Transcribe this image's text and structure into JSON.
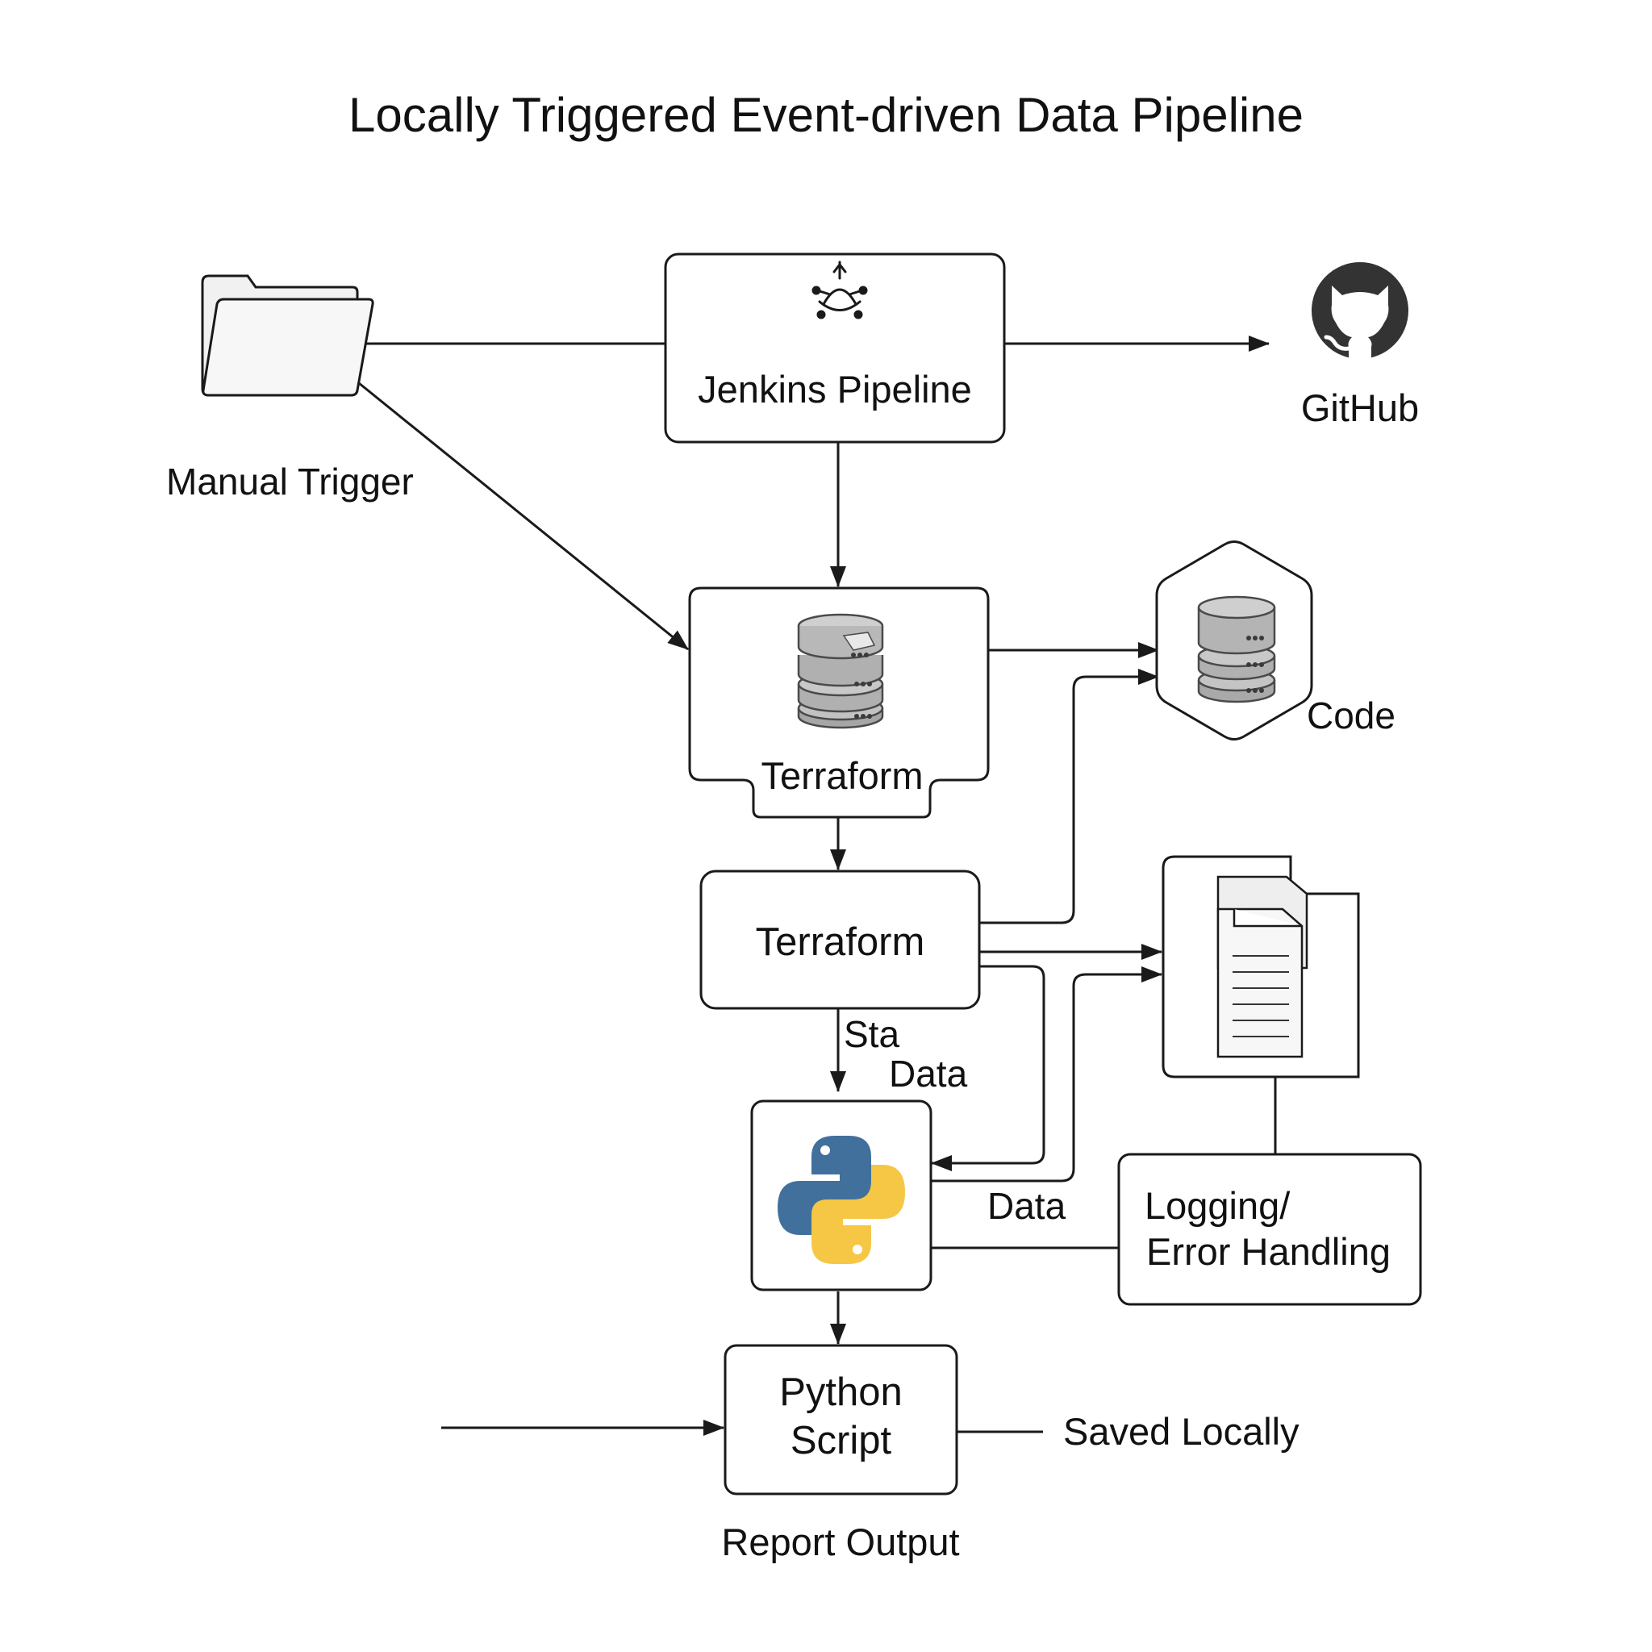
{
  "title": "Locally Triggered Event-driven Data Pipeline",
  "nodes": {
    "manual_trigger": {
      "label": "Manual Trigger",
      "icon": "folder-icon"
    },
    "jenkins": {
      "label": "Jenkins Pipeline",
      "icon": "jenkins-icon"
    },
    "github": {
      "label": "GitHub",
      "icon": "github-icon"
    },
    "terraform_storage": {
      "label": "Terraform",
      "icon": "database-icon"
    },
    "code": {
      "label": "Code",
      "icon": "database-icon"
    },
    "terraform": {
      "label": "Terraform"
    },
    "document": {
      "icon": "document-icon"
    },
    "python": {
      "icon": "python-icon"
    },
    "logging": {
      "label_line1": "Logging/",
      "label_line2": "Error Handling"
    },
    "python_script": {
      "label_line1": "Python",
      "label_line2": "Script"
    }
  },
  "edge_labels": {
    "sta": "Sta",
    "data_1": "Data",
    "data_2": "Data",
    "saved_locally": "Saved Locally",
    "report_output": "Report Output"
  },
  "colors": {
    "stroke": "#1a1a1a",
    "python_blue": "#41709c",
    "python_yellow": "#f6c744",
    "db_gray": "#b8b8b8",
    "github_dark": "#333333"
  }
}
